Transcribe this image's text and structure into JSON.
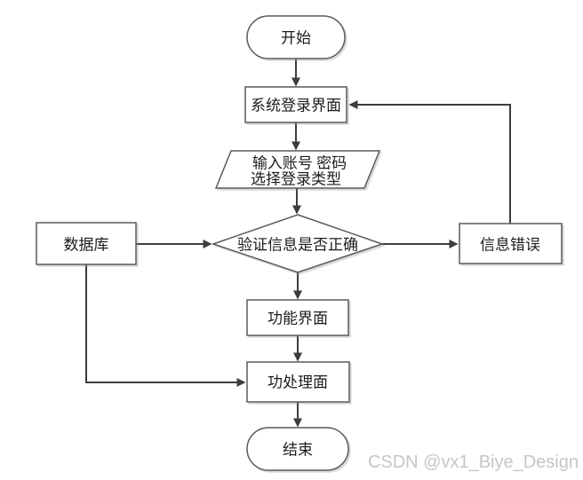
{
  "diagram": {
    "title": "system-login-flowchart",
    "nodes": {
      "start": {
        "type": "terminator",
        "label": "开始"
      },
      "login": {
        "type": "process",
        "label": "系统登录界面"
      },
      "input": {
        "type": "io",
        "line1": "输入账号 密码",
        "line2": "选择登录类型"
      },
      "verify": {
        "type": "decision",
        "label": "验证信息是否正确"
      },
      "database": {
        "type": "process",
        "label": "数据库"
      },
      "error": {
        "type": "process",
        "label": "信息错误"
      },
      "function": {
        "type": "process",
        "label": "功能界面"
      },
      "process": {
        "type": "process",
        "label": "功处理面"
      },
      "end": {
        "type": "terminator",
        "label": "结束"
      }
    },
    "edges": [
      {
        "from": "start",
        "to": "login"
      },
      {
        "from": "login",
        "to": "input"
      },
      {
        "from": "input",
        "to": "verify"
      },
      {
        "from": "verify",
        "to": "function"
      },
      {
        "from": "function",
        "to": "process"
      },
      {
        "from": "process",
        "to": "end"
      },
      {
        "from": "database",
        "to": "verify"
      },
      {
        "from": "verify",
        "to": "error"
      },
      {
        "from": "error",
        "to": "login"
      },
      {
        "from": "database",
        "to": "process"
      }
    ],
    "colors": {
      "background": "#ffffff",
      "shape_fill": "#ffffff",
      "shape_border": "#5a5a5a",
      "arrow": "#3d3d3d",
      "text": "#1c1c1c",
      "watermark": "#c6c6c6"
    }
  },
  "watermark": {
    "text": "CSDN @vx1_Biye_Design"
  }
}
